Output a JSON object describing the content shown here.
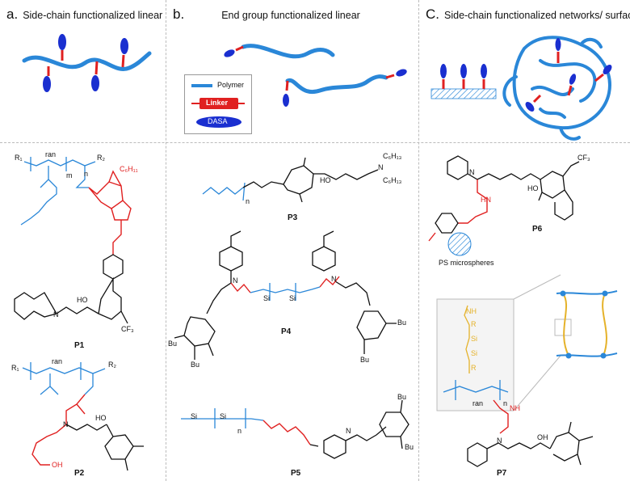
{
  "panels": {
    "a": {
      "letter": "a.",
      "title": "Side-chain functionalized linear"
    },
    "b": {
      "letter": "b.",
      "title": "End group functionalized linear"
    },
    "c": {
      "letter": "C.",
      "title": "Side-chain functionalized networks/ surfaces"
    }
  },
  "legend": {
    "polymer": "Polymer",
    "linker": "Linker",
    "dasa": "DASA"
  },
  "compounds": [
    "P1",
    "P2",
    "P3",
    "P4",
    "P5",
    "P6",
    "P7"
  ],
  "labels": {
    "ps": "PS microspheres",
    "r1": "R₁",
    "r2": "R₂",
    "ran": "ran",
    "m": "m",
    "n": "n",
    "c6h11": "C₆H₁₁",
    "c6h13": "C₆H₁₃",
    "cf3": "CF₃",
    "bu": "Bu",
    "n_atom": "N",
    "o_atom": "O",
    "ho": "HO",
    "oh": "OH",
    "hn": "HN",
    "nh": "NH",
    "si": "Si",
    "r": "R"
  },
  "colors": {
    "polymer": "#2a87d8",
    "linker": "#e02020",
    "dasa": "#1a2fd0",
    "crosslink": "#e5b22a"
  }
}
